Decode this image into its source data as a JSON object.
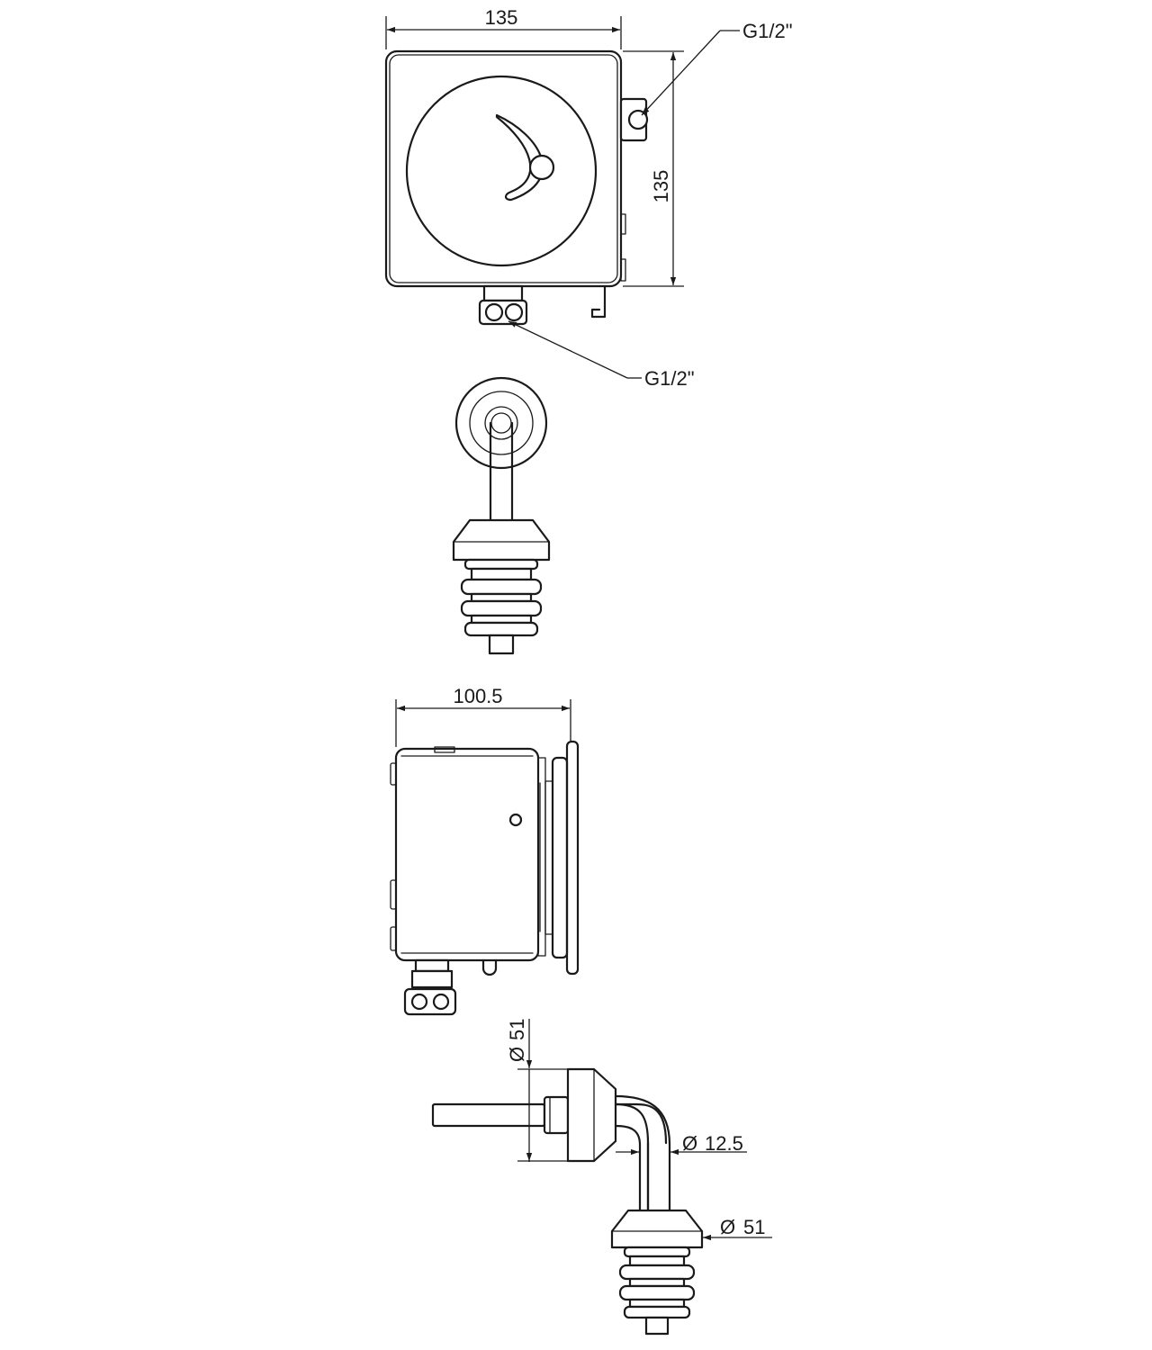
{
  "dimensions": {
    "top_width": "135",
    "top_height": "135",
    "side_depth": "100.5",
    "diameter_flange": "51",
    "diameter_pipe": "12.5",
    "diameter_trap": "51"
  },
  "connections": {
    "side_inlet": "G1/2\"",
    "bottom_inlet": "G1/2\""
  },
  "symbols": {
    "diameter": "Ø"
  }
}
